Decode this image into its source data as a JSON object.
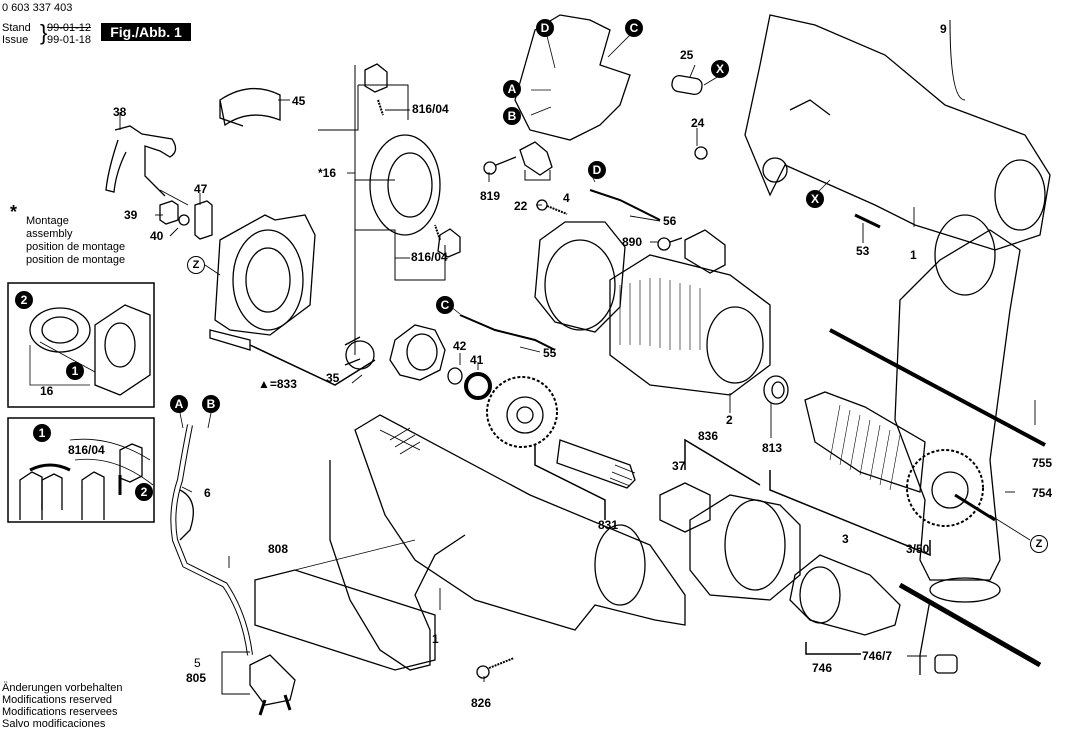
{
  "header": {
    "part_number": "0 603 337 403",
    "stand_label": "Stand",
    "stand_date": "99-01-12",
    "issue_label": "Issue",
    "issue_date": "99-01-18",
    "figure_label": "Fig./Abb. 1"
  },
  "assembly_note": {
    "symbol": "*",
    "lines": [
      "Montage",
      "assembly",
      "position de montage",
      "position de montage"
    ]
  },
  "footer_note": {
    "lines": [
      "Änderungen vorbehalten",
      "Modifications reserved",
      "Modifications reservees",
      "Salvo modificaciones"
    ]
  },
  "callouts": {
    "A": "A",
    "B": "B",
    "C": "C",
    "D": "D",
    "X": "X",
    "Z": "Z"
  },
  "inset_top": {
    "step1": "1",
    "step2": "2",
    "part": "16"
  },
  "inset_bottom": {
    "step1": "1",
    "step2": "2",
    "part": "816/04"
  },
  "parts": {
    "p9": "9",
    "p45": "45",
    "p38": "38",
    "p47": "47",
    "p39": "39",
    "p40": "40",
    "p816_04_top": "816/04",
    "p816_04_mid": "816/04",
    "p16": "*16",
    "p25": "25",
    "p24": "24",
    "p819": "819",
    "p4": "4",
    "p22": "22",
    "p56": "56",
    "p890": "890",
    "p53": "53",
    "p1_top": "1",
    "p833": "▲=833",
    "p35": "35",
    "p42": "42",
    "p41": "41",
    "p55": "55",
    "p2": "2",
    "p813": "813",
    "p836": "836",
    "p37": "37",
    "p831": "831",
    "p3": "3",
    "p3_50": "3/50",
    "p755": "755",
    "p754": "754",
    "p6": "6",
    "p808": "808",
    "p1_bottom": "1",
    "p5": "5",
    "p805": "805",
    "p826": "826",
    "p746": "746",
    "p746_7": "746/7"
  }
}
